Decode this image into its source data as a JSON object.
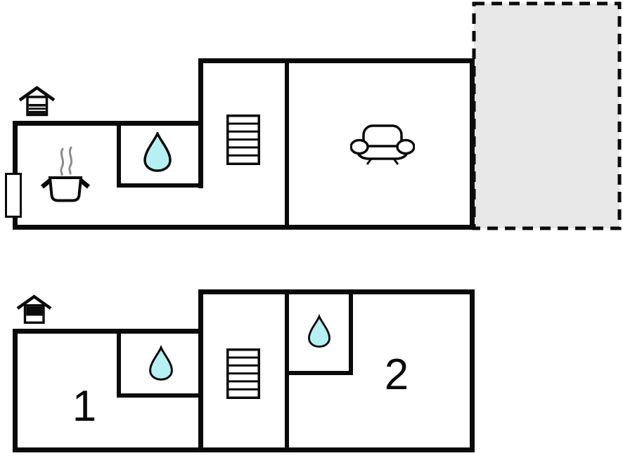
{
  "diagram": {
    "type": "floor-plan",
    "floor_count": 2
  },
  "colors": {
    "wall": "#0a0a0a",
    "water_fill": "#b7f0f3",
    "terrace_fill": "#e7e7e7",
    "steam": "#8c8c8c",
    "background": "#ffffff"
  },
  "rooms": {
    "bedroom_1_label": "1",
    "bedroom_2_label": "2"
  },
  "icons": {
    "entrance": "house-icon",
    "kitchen": "cooking-pot-icon",
    "bathroom": "water-drop-icon",
    "staircase": "stairs-icon",
    "living_room": "sofa-icon",
    "terrace": "dashed-outline-gray-area"
  }
}
